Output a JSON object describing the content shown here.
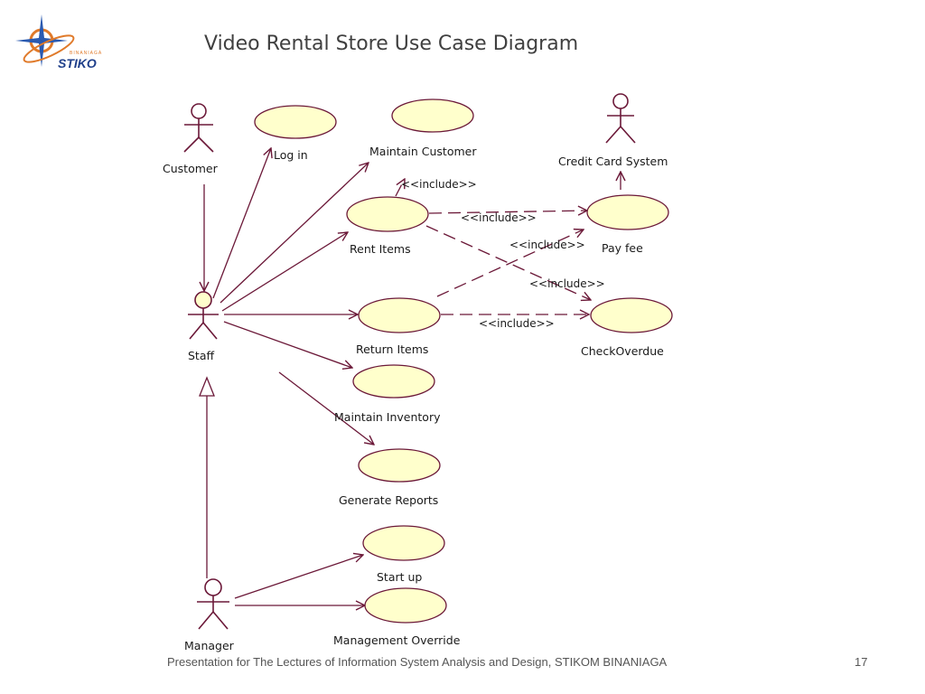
{
  "slide": {
    "title": "Video Rental Store Use Case Diagram",
    "footer": "Presentation for The Lectures of Information System Analysis and Design, STIKOM BINANIAGA",
    "page_number": "17"
  },
  "logo": {
    "text": "STIKO",
    "subtext": "BINANIAGA"
  },
  "diagram": {
    "actors": {
      "customer": "Customer",
      "staff": "Staff",
      "manager": "Manager",
      "credit_card": "Credit Card System"
    },
    "use_cases": {
      "login": "Log in",
      "maintain_customer": "Maintain Customer",
      "rent_items": "Rent Items",
      "pay_fee": "Pay fee",
      "return_items": "Return Items",
      "check_overdue": "CheckOverdue",
      "maintain_inventory": "Maintain Inventory",
      "generate_reports": "Generate Reports",
      "start_up": "Start up",
      "management_override": "Management Override"
    },
    "stereotypes": {
      "rent_maintain": "<<include>>",
      "rent_pay": "<<include>>",
      "return_pay": "<<include>>",
      "rent_overdue": "<<include>>",
      "return_overdue": "<<include>>"
    }
  },
  "colors": {
    "line": "#6b1838",
    "ellipse_fill": "#ffffcc",
    "ellipse_stroke": "#6b1838"
  }
}
